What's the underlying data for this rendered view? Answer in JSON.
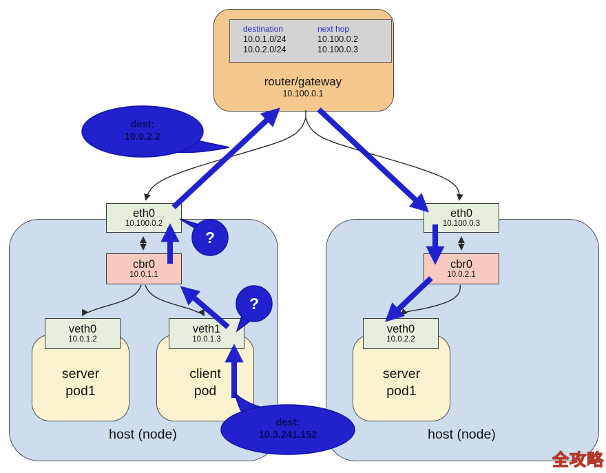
{
  "router": {
    "title": "router/gateway",
    "ip": "10.100.0.1",
    "routing_table": {
      "headers": [
        "destination",
        "next hop"
      ],
      "rows": [
        [
          "10.0.1.0/24",
          "10.100.0.2"
        ],
        [
          "10.0.2.0/24",
          "10.100.0.3"
        ]
      ]
    }
  },
  "hosts": [
    {
      "label": "host (node)",
      "eth0": {
        "name": "eth0",
        "ip": "10.100.0.2"
      },
      "cbr0": {
        "name": "cbr0",
        "ip": "10.0.1.1"
      },
      "interfaces": [
        {
          "name": "veth0",
          "ip": "10.0.1.2"
        },
        {
          "name": "veth1",
          "ip": "10.0.1.3"
        }
      ],
      "pods": [
        {
          "line1": "server",
          "line2": "pod1"
        },
        {
          "line1": "client",
          "line2": "pod"
        }
      ]
    },
    {
      "label": "host (node)",
      "eth0": {
        "name": "eth0",
        "ip": "10.100.0.3"
      },
      "cbr0": {
        "name": "cbr0",
        "ip": "10.0.2.1"
      },
      "interfaces": [
        {
          "name": "veth0",
          "ip": "10.0.2.2"
        }
      ],
      "pods": [
        {
          "line1": "server",
          "line2": "pod1"
        }
      ]
    }
  ],
  "callouts": {
    "dest_left": {
      "label": "dest:",
      "value": "10.0.2.2"
    },
    "dest_bottom": {
      "label": "dest:",
      "value": "10.3.241.152"
    },
    "question_upper": {
      "glyph": "?"
    },
    "question_lower": {
      "glyph": "?"
    }
  },
  "watermark": {
    "text": "全攻略"
  },
  "colors": {
    "router_fill": "#f5c88e",
    "table_fill": "#d3d3d3",
    "table_header_text": "#2525cc",
    "host_fill": "#cddded",
    "eth_veth_fill": "#e6efdc",
    "cbr_fill": "#f8cabf",
    "pod_fill": "#fbf3cf",
    "flow_blue": "#2121ce",
    "callout_text": "#0c0c60",
    "watermark_fill": "#f2bc80",
    "watermark_stroke": "#b5392b"
  }
}
